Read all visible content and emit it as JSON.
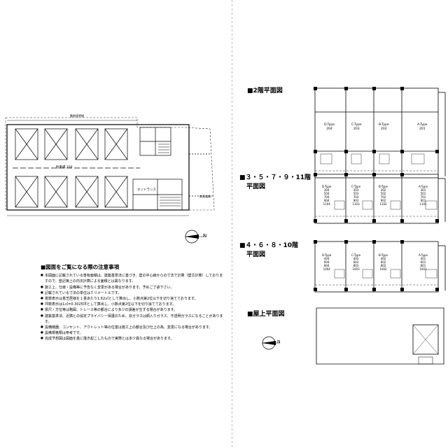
{
  "headings": {
    "floor2": "■2階平面図",
    "floor3": "■３・５・７・９・11階",
    "floor3_sub": "平面図",
    "floor4": "■４・６・８・10階",
    "floor4_sub": "平面図",
    "roof": "■屋上平面図"
  },
  "ground_plan": {
    "parking_label": "駐車場 100",
    "entrance_label": "エントランス",
    "road_top": "敷地境界線",
    "road_right": "前面道路"
  },
  "unit_types": {
    "d": "D-Type",
    "c": "C-Type",
    "b": "B-Type",
    "a": "A-Type"
  },
  "rooms": {
    "floor2": {
      "d": "204",
      "c": "203",
      "b": "202",
      "a": "201"
    },
    "floor3": {
      "d": [
        "304",
        "504",
        "704",
        "904",
        "1104"
      ],
      "c": [
        "303",
        "503",
        "703",
        "903",
        "1103"
      ],
      "b": [
        "302",
        "502",
        "702",
        "902",
        "1102"
      ],
      "a": [
        "301",
        "501",
        "701",
        "901",
        "1101"
      ]
    },
    "floor4": {
      "d": [
        "404",
        "604",
        "804",
        "1004"
      ],
      "c": [
        "403",
        "603",
        "803",
        "1003"
      ],
      "b": [
        "402",
        "602",
        "802",
        "1002"
      ],
      "a": [
        "401",
        "601",
        "801",
        "1001"
      ]
    }
  },
  "compass": "N",
  "notes": {
    "title": "■図面をご覧になる際の注意事項",
    "items": [
      "本図面に記載されている専有面積は、建築基準法に基づき、壁の中心線からの寸法で計算（壁芯計算）しておりますので、登記簿上の内法計算による面積とは異なります。",
      "施工上、仕様・設備等に予告なく変更がある場合があります。予めご了承下さい。",
      "記載されている寸法の単位はミリメートルです。",
      "畳数表示は畳芝居様を１畳あたり1.62㎡として算出し、小数点第2位以下を切り捨てております。",
      "坪数表示は1㎡=0.3025坪として算出し、小数点第2位以下を切り捨てております。",
      "梁尺・方位等は略図、トレース等の都合により多少の誤差が生ずる場合があります。",
      "建築基準法、近隣との協定プライバシー保護のため、窓ガラスは網入りガラス、不透明ガラスになることがあります。",
      "設備機器、コンセント、アウトレット等の位置は施工上の都合及び仕上の為、変更になる場合があります。",
      "設備規格類は参考です。",
      "完成予想図は図面を基に描き起こしたもので実際とは多少異なる場合があります。"
    ]
  }
}
